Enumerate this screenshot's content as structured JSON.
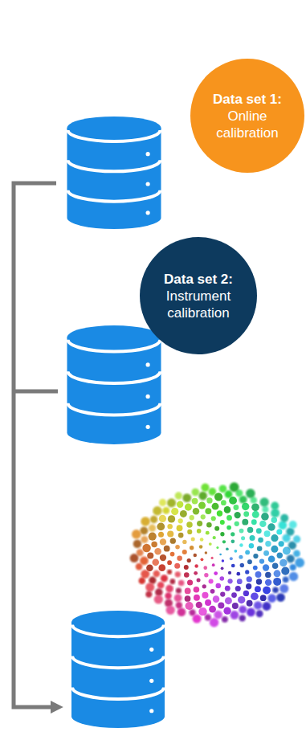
{
  "diagram": {
    "nodes": [
      {
        "text": [
          "Data set 1:",
          "Online calibration"
        ]
      },
      {
        "text": [
          "Data set 2:",
          "Instrument calibration"
        ]
      }
    ]
  }
}
